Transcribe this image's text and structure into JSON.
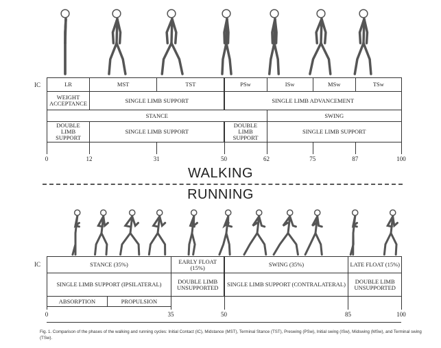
{
  "walking": {
    "title": "WALKING",
    "ic_label": "IC",
    "rows": [
      [
        {
          "s": 0,
          "e": 12,
          "label": "LR"
        },
        {
          "s": 12,
          "e": 31,
          "label": "MST"
        },
        {
          "s": 31,
          "e": 50,
          "label": "TST"
        },
        {
          "s": 50,
          "e": 62,
          "label": "PSw"
        },
        {
          "s": 62,
          "e": 75,
          "label": "ISw"
        },
        {
          "s": 75,
          "e": 87,
          "label": "MSw"
        },
        {
          "s": 87,
          "e": 100,
          "label": "TSw"
        }
      ],
      [
        {
          "s": 0,
          "e": 12,
          "label": "WEIGHT ACCEPTANCE"
        },
        {
          "s": 12,
          "e": 50,
          "label": "SINGLE LIMB SUPPORT"
        },
        {
          "s": 50,
          "e": 100,
          "label": "SINGLE LIMB ADVANCEMENT"
        }
      ],
      [
        {
          "s": 0,
          "e": 62,
          "label": "STANCE"
        },
        {
          "s": 62,
          "e": 100,
          "label": "SWING"
        }
      ],
      [
        {
          "s": 0,
          "e": 12,
          "label": "DOUBLE LIMB SUPPORT"
        },
        {
          "s": 12,
          "e": 50,
          "label": "SINGLE LIMB SUPPORT"
        },
        {
          "s": 50,
          "e": 62,
          "label": "DOUBLE LIMB SUPPORT"
        },
        {
          "s": 62,
          "e": 100,
          "label": "SINGLE LIMB SUPPORT"
        }
      ]
    ],
    "ticks": [
      "0",
      "12",
      "31",
      "50",
      "62",
      "75",
      "87",
      "100"
    ]
  },
  "running": {
    "title": "RUNNING",
    "ic_label": "IC",
    "rows": [
      [
        {
          "s": 0,
          "e": 35,
          "label": "STANCE (35%)"
        },
        {
          "s": 35,
          "e": 50,
          "label": "EARLY FLOAT (15%)"
        },
        {
          "s": 50,
          "e": 85,
          "label": "SWING (35%)"
        },
        {
          "s": 85,
          "e": 100,
          "label": "LATE FLOAT (15%)"
        }
      ],
      [
        {
          "s": 0,
          "e": 35,
          "label": "SINGLE LIMB SUPPORT (IPSILATERAL)"
        },
        {
          "s": 35,
          "e": 50,
          "label": "DOUBLE LIMB UNSUPPORTED"
        },
        {
          "s": 50,
          "e": 85,
          "label": "SINGLE LIMB SUPPORT (CONTRALATERAL)"
        },
        {
          "s": 85,
          "e": 100,
          "label": "DOUBLE LIMB UNSUPPORTED"
        }
      ],
      [
        {
          "s": 0,
          "e": 17,
          "label": "ABSORPTION"
        },
        {
          "s": 17,
          "e": 35,
          "label": "PROPULSION"
        }
      ]
    ],
    "ticks": [
      "0",
      "35",
      "50",
      "85",
      "100"
    ]
  },
  "caption": "Fig. 1. Comparison of the phases of the walking and running cycles: Initial Contact (IC), Midstance (MST), Terminal Stance (TST), Preswing (PSw), Initial swing (ISw), Midswing (MSw), and Terminal swing (TSw)."
}
